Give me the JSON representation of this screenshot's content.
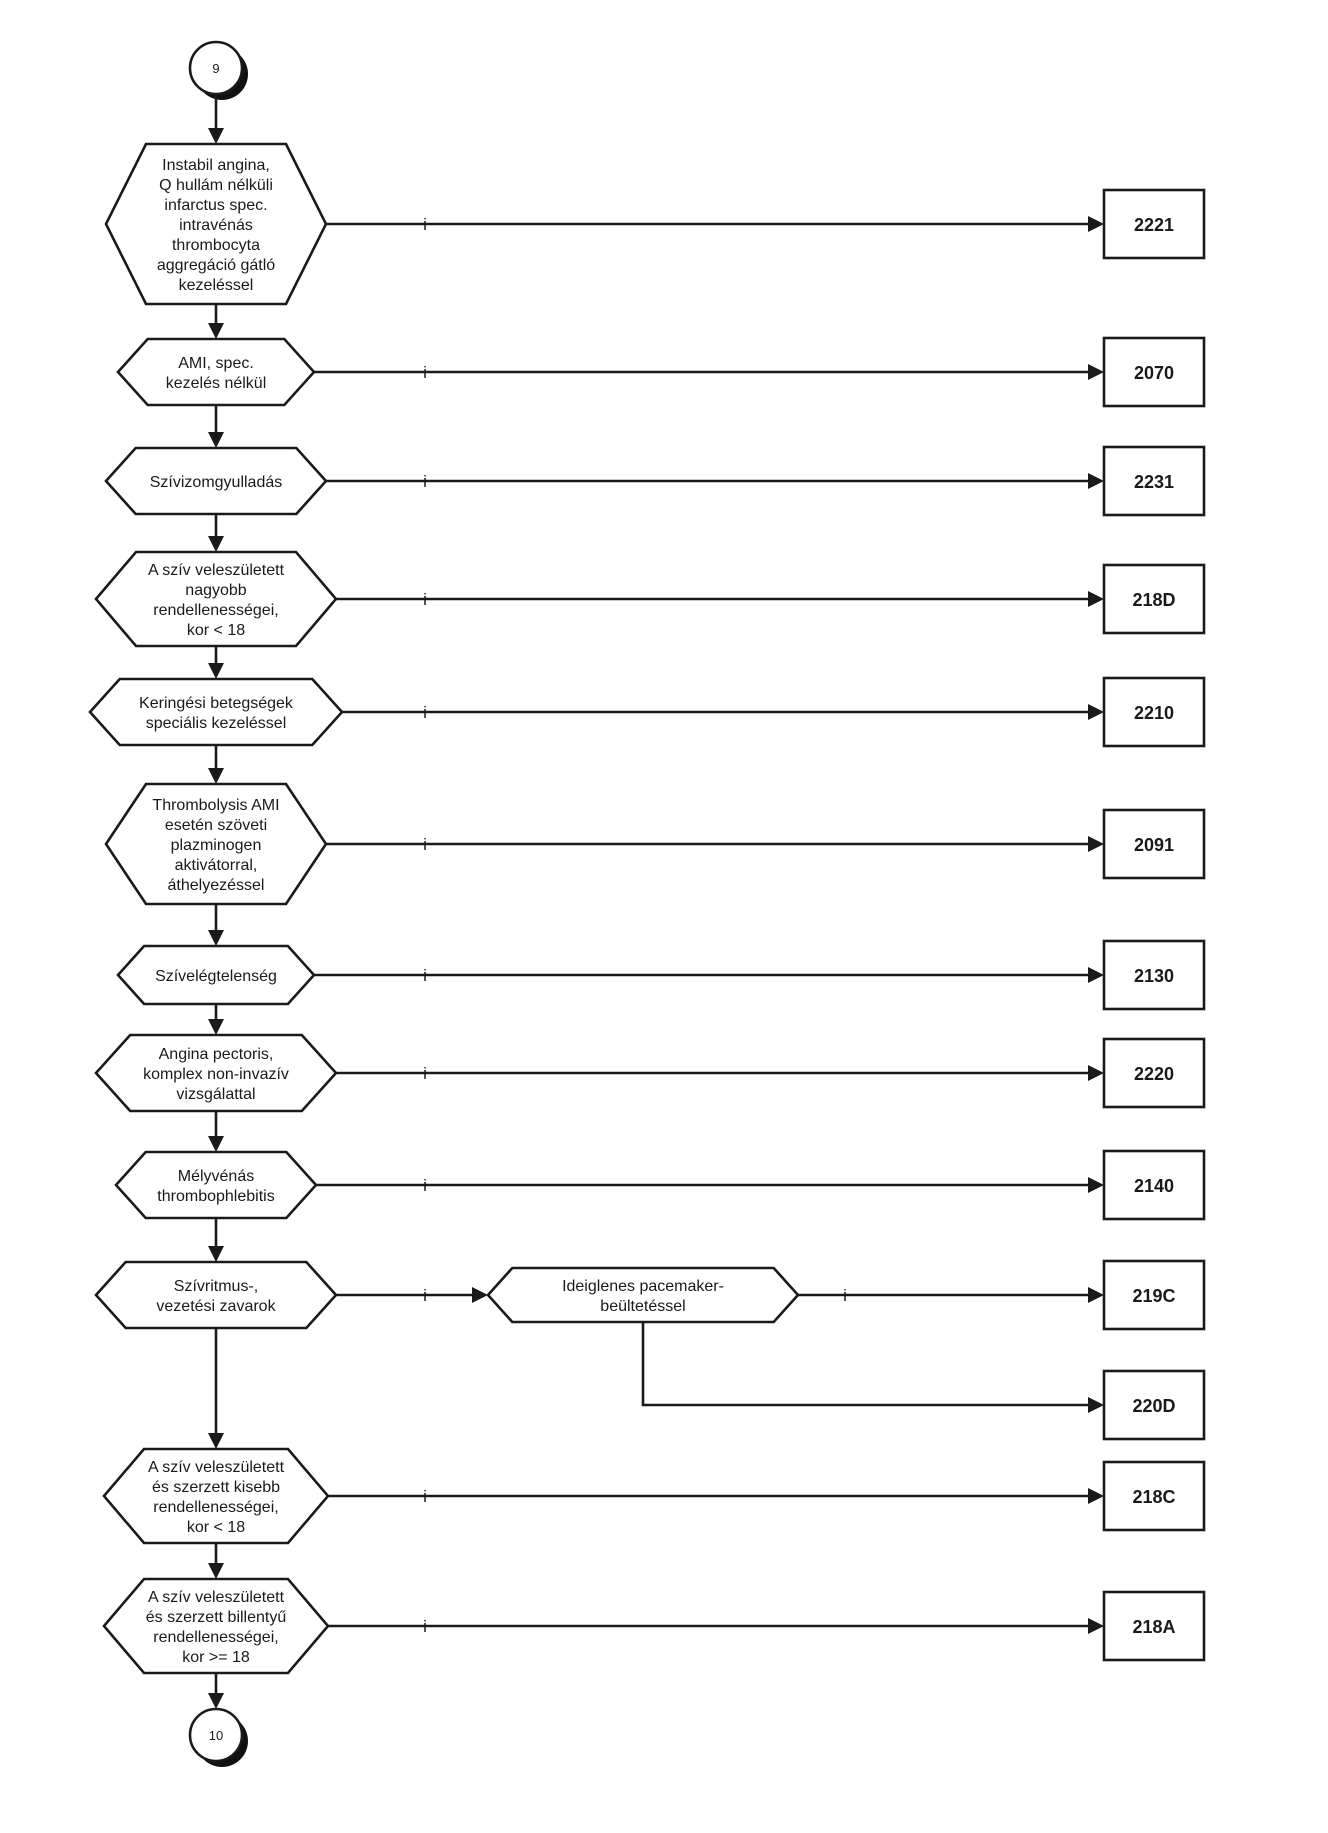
{
  "connectors": {
    "start": "9",
    "end": "10"
  },
  "yes_label": "i",
  "decisions": [
    {
      "id": "d1",
      "lines": [
        "Instabil angina,",
        "Q hullám nélküli",
        "infarctus spec.",
        "intravénás",
        "thrombocyta",
        "aggregáció gátló",
        "kezeléssel"
      ],
      "target": "2221"
    },
    {
      "id": "d2",
      "lines": [
        "AMI, spec.",
        "kezelés nélkül"
      ],
      "target": "2070"
    },
    {
      "id": "d3",
      "lines": [
        "Szívizomgyulladás"
      ],
      "target": "2231"
    },
    {
      "id": "d4",
      "lines": [
        "A szív veleszületett",
        "nagyobb",
        "rendellenességei,",
        "kor < 18"
      ],
      "target": "218D"
    },
    {
      "id": "d5",
      "lines": [
        "Keringési betegségek",
        "speciális kezeléssel"
      ],
      "target": "2210"
    },
    {
      "id": "d6",
      "lines": [
        "Thrombolysis AMI",
        "esetén szöveti",
        "plazminogen",
        "aktivátorral,",
        "áthelyezéssel"
      ],
      "target": "2091"
    },
    {
      "id": "d7",
      "lines": [
        "Szívelégtelenség"
      ],
      "target": "2130"
    },
    {
      "id": "d8",
      "lines": [
        "Angina pectoris,",
        "komplex non-invazív",
        "vizsgálattal"
      ],
      "target": "2220"
    },
    {
      "id": "d9",
      "lines": [
        "Mélyvénás",
        "thrombophlebitis"
      ],
      "target": "2140"
    },
    {
      "id": "d10",
      "lines": [
        "Szívritmus-,",
        "vezetési zavarok"
      ],
      "target": "sub"
    },
    {
      "id": "d11",
      "lines": [
        "A szív veleszületett",
        "és szerzett kisebb",
        "rendellenességei,",
        "kor < 18"
      ],
      "target": "218C"
    },
    {
      "id": "d12",
      "lines": [
        "A szív veleszületett",
        "és szerzett billentyű",
        "rendellenességei,",
        "kor >= 18"
      ],
      "target": "218A"
    }
  ],
  "sub_decision": {
    "id": "d10b",
    "lines": [
      "Ideiglenes pacemaker-",
      "beültetéssel"
    ],
    "yes_target": "219C",
    "no_target": "220D"
  },
  "colors": {
    "stroke": "#1a1a1a",
    "fill": "#ffffff",
    "shadow": "#111111"
  }
}
